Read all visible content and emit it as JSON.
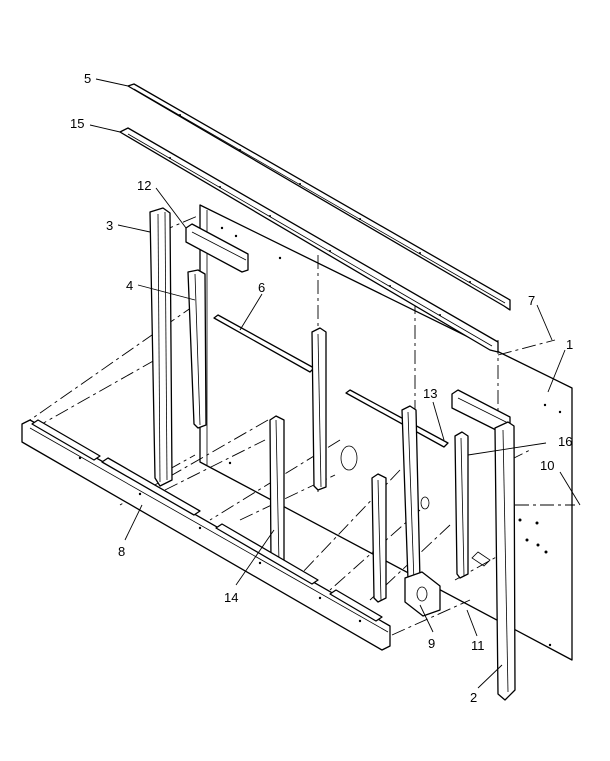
{
  "figure": {
    "callouts": [
      {
        "id": "c1",
        "label": "1"
      },
      {
        "id": "c2",
        "label": "2"
      },
      {
        "id": "c3",
        "label": "3"
      },
      {
        "id": "c4",
        "label": "4"
      },
      {
        "id": "c5",
        "label": "5"
      },
      {
        "id": "c6",
        "label": "6"
      },
      {
        "id": "c7",
        "label": "7"
      },
      {
        "id": "c8",
        "label": "8"
      },
      {
        "id": "c9",
        "label": "9"
      },
      {
        "id": "c10",
        "label": "10"
      },
      {
        "id": "c11",
        "label": "11"
      },
      {
        "id": "c12",
        "label": "12"
      },
      {
        "id": "c13",
        "label": "13"
      },
      {
        "id": "c14",
        "label": "14"
      },
      {
        "id": "c15",
        "label": "15"
      },
      {
        "id": "c16",
        "label": "16"
      }
    ]
  }
}
